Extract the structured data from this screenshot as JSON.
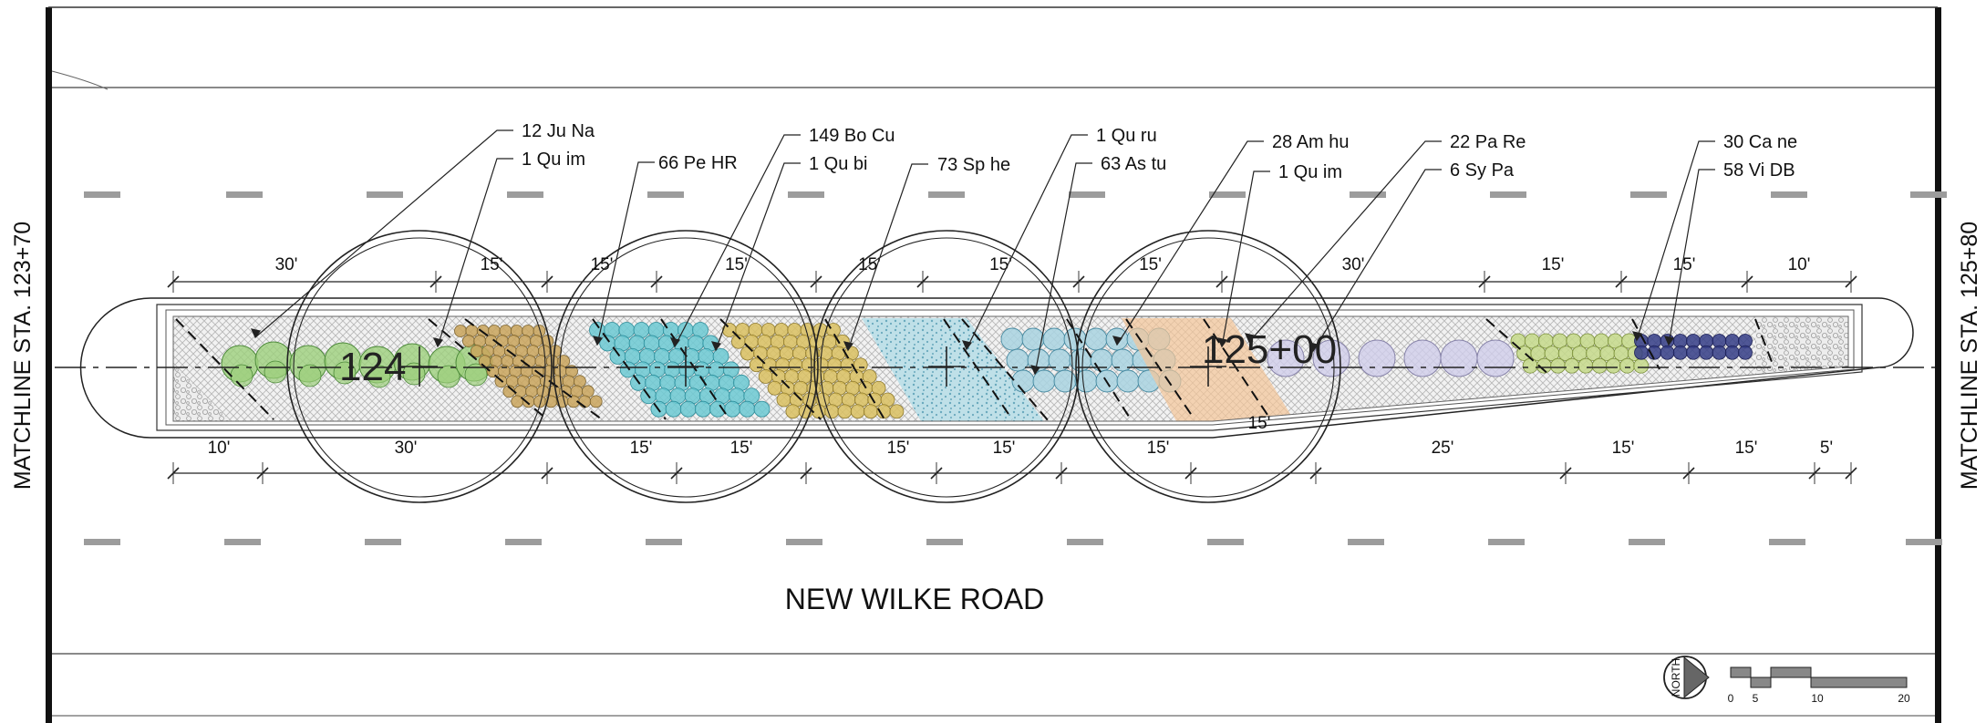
{
  "road_name": "NEW WILKE ROAD",
  "matchline_left": "MATCHLINE STA. 123+70",
  "matchline_right": "MATCHLINE STA. 125+80",
  "station_labels": [
    "124",
    "125+00"
  ],
  "plant_callouts": [
    "12 Ju Na",
    "1 Qu im",
    "66 Pe HR",
    "149 Bo Cu",
    "1 Qu bi",
    "73 Sp he",
    "1 Qu ru",
    "63 As tu",
    "28 Am hu",
    "1 Qu im",
    "22 Pa Re",
    "6 Sy Pa",
    "30 Ca ne",
    "58 Vi DB"
  ],
  "top_dimensions": [
    "30'",
    "15'",
    "15'",
    "15'",
    "15'",
    "15'",
    "15'",
    "30'",
    "15'",
    "15'",
    "10'"
  ],
  "bottom_dimensions": [
    "10'",
    "30'",
    "15'",
    "15'",
    "15'",
    "15'",
    "15'",
    "15'",
    "25'",
    "15'",
    "15'",
    "5'"
  ],
  "north_arrow": {
    "label": "NORTH",
    "icon": "north-arrow-icon"
  },
  "scale_bar": {
    "ticks": [
      "0",
      "5",
      "10",
      "20"
    ]
  },
  "colors": {
    "line": "#1a1a1a",
    "hatch": "#9a9a9a",
    "lane_stripe": "#9c9c9c",
    "green_shrub": "#9ccf7c",
    "tan_perennial": "#c9a45c",
    "teal_grass": "#6cc9d2",
    "yellow_perennial": "#d9c060",
    "light_blue": "#9fd0dc",
    "blue_circle": "#a9d4e1",
    "peach": "#f3c497",
    "lavender": "#cfcdea",
    "lime": "#c5d98a",
    "navy": "#343c86"
  }
}
